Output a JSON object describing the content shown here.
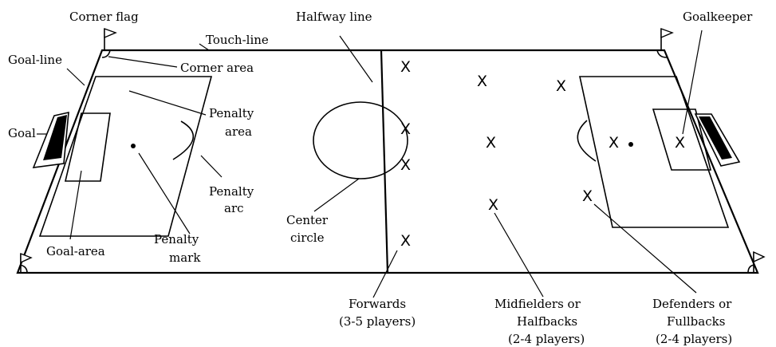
{
  "labels": {
    "corner_flag": "Corner flag",
    "halfway_line": "Halfway line",
    "goalkeeper": "Goalkeeper",
    "touch_line": "Touch-line",
    "goal_line": "Goal-line",
    "corner_area": "Corner area",
    "penalty_area": [
      "Penalty",
      "area"
    ],
    "goal": "Goal",
    "penalty_arc": [
      "Penalty",
      "arc"
    ],
    "center_circle": [
      "Center",
      "circle"
    ],
    "goal_area": "Goal-area",
    "penalty_mark": [
      "Penalty",
      "mark"
    ],
    "forwards": [
      "Forwards",
      "(3-5 players)"
    ],
    "midfielders": [
      "Midfielders or",
      "Halfbacks",
      "(2-4 players)"
    ],
    "defenders": [
      "Defenders or",
      "Fullbacks",
      "(2-4 players)"
    ]
  },
  "player_symbol": "X"
}
